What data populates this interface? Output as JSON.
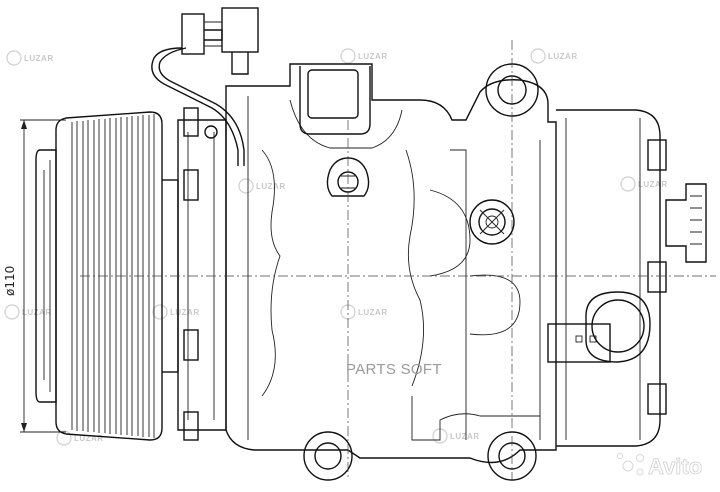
{
  "drawing": {
    "subject": "AC compressor technical line drawing",
    "dimension_label": "ø110",
    "watermark_text": "LUZAR",
    "watermark_count": 10
  },
  "overlay": {
    "parts_soft": "PARTS SOFT",
    "avito": "Avito"
  },
  "colors": {
    "line": "#111111",
    "background": "#ffffff",
    "watermark": "#c9c9c9",
    "parts_soft": "#9a9a9a"
  }
}
